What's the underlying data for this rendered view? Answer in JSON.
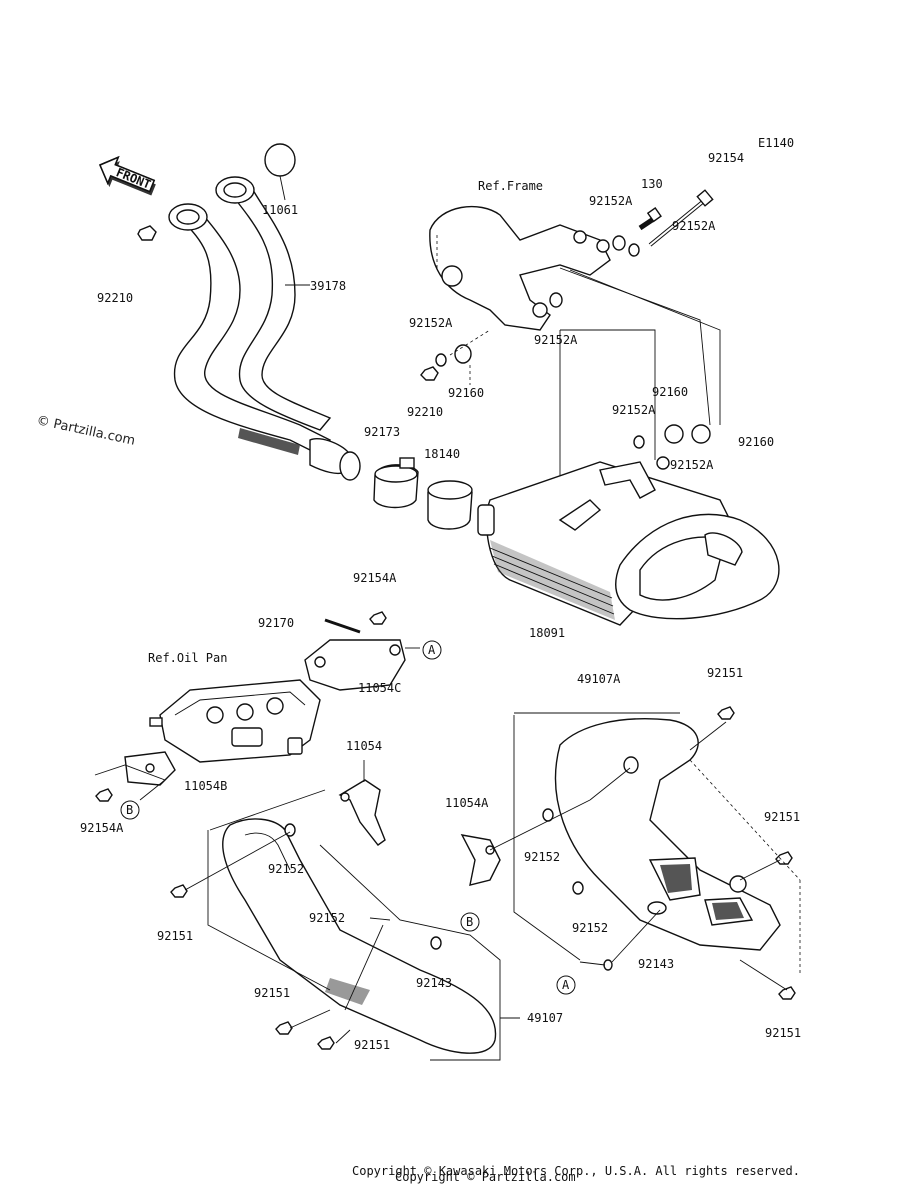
{
  "diagram_code": "E1140",
  "watermark": "© Partzilla.com",
  "front_label": "FRONT",
  "refs": {
    "frame": "Ref.Frame",
    "oil_pan": "Ref.Oil Pan"
  },
  "markers": {
    "a": "A",
    "b": "B"
  },
  "parts": [
    "11061",
    "39178",
    "92210",
    "92154",
    "130",
    "92152A",
    "92152A",
    "92152A",
    "92152A",
    "92160",
    "92210",
    "92152A",
    "92152A",
    "92160",
    "92160",
    "92173",
    "18140",
    "18091",
    "92154A",
    "92170",
    "11054C",
    "11054B",
    "92154A",
    "11054",
    "92152",
    "92151",
    "92152",
    "92143",
    "92151",
    "92151",
    "49107",
    "49107A",
    "92151",
    "92151",
    "11054A",
    "92152",
    "92152",
    "92143",
    "92151"
  ],
  "footer_line1": "Copyright © Kawasaki Motors Corp., U.S.A. All rights reserved.",
  "footer_line2": "Copyright © Partzilla.com"
}
